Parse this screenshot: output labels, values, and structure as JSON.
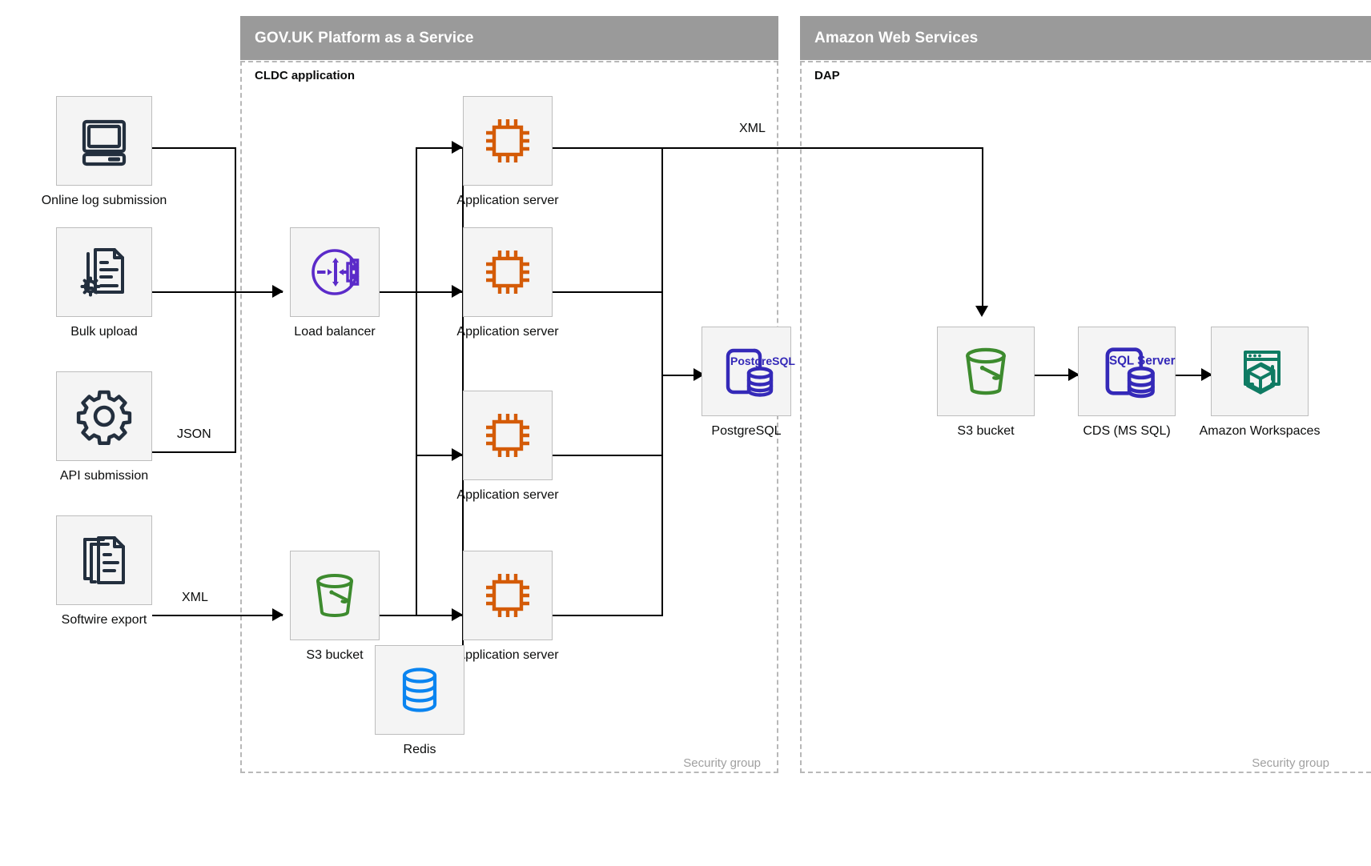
{
  "groups": [
    {
      "id": "paas",
      "title": "GOV.UK Platform as a Service",
      "sub_label": "CLDC application",
      "security_label": "Security group"
    },
    {
      "id": "aws",
      "title": "Amazon Web Services",
      "sub_label": "DAP",
      "security_label": "Security group"
    }
  ],
  "sources": [
    {
      "id": "online-log-submission",
      "label": "Online log submission",
      "icon": "desktop-computer-icon"
    },
    {
      "id": "bulk-upload",
      "label": "Bulk upload",
      "icon": "documents-gear-icon"
    },
    {
      "id": "api-submission",
      "label": "API submission",
      "icon": "gear-icon"
    },
    {
      "id": "softwire-export",
      "label": "Softwire export",
      "icon": "document-stack-icon"
    }
  ],
  "paas_nodes": [
    {
      "id": "load-balancer",
      "label": "Load balancer",
      "icon": "load-balancer-icon"
    },
    {
      "id": "app-server-1",
      "label": "Application server",
      "icon": "cpu-chip-icon"
    },
    {
      "id": "app-server-2",
      "label": "Application server",
      "icon": "cpu-chip-icon"
    },
    {
      "id": "app-server-3",
      "label": "Application server",
      "icon": "cpu-chip-icon"
    },
    {
      "id": "app-server-4",
      "label": "Application server",
      "icon": "cpu-chip-icon"
    },
    {
      "id": "s3-bucket-paas",
      "label": "S3 bucket",
      "icon": "bucket-icon"
    },
    {
      "id": "redis",
      "label": "Redis",
      "icon": "database-cylinder-icon"
    },
    {
      "id": "postgresql",
      "label": "PostgreSQL",
      "icon": "postgresql-icon",
      "icon_text": "PostgreSQL"
    }
  ],
  "aws_nodes": [
    {
      "id": "s3-bucket-aws",
      "label": "S3 bucket",
      "icon": "bucket-icon"
    },
    {
      "id": "cds-ms-sql",
      "label": "CDS (MS SQL)",
      "icon": "sql-server-icon",
      "icon_text": "SQL Server"
    },
    {
      "id": "amazon-workspaces",
      "label": "Amazon Workspaces",
      "icon": "workspaces-icon"
    }
  ],
  "edge_labels": {
    "json": "JSON",
    "xml_softwire": "XML",
    "xml_to_aws": "XML"
  },
  "colors": {
    "header_bar": "#9a9a9a",
    "tile_bg": "#f4f4f4",
    "tile_border": "#bdbdbd",
    "dashed_border": "#b8b8b8",
    "source_icon": "#232f3e",
    "cpu_orange": "#d45b07",
    "lb_purple": "#5b2bc9",
    "bucket_green": "#3d8b2e",
    "db_blue": "#0a84f0",
    "postgres_blue": "#3429b8",
    "workspaces_teal": "#0f7b63",
    "line": "#000000",
    "security_text": "#a0a0a0"
  }
}
